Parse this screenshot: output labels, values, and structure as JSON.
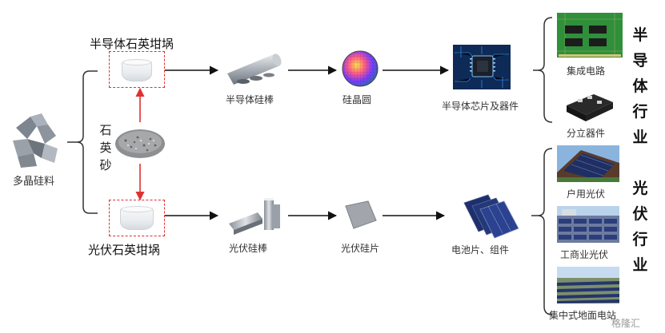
{
  "diagram": {
    "source": "多晶硅料",
    "quartz_sand": "石\n英\n砂",
    "semi": {
      "crucible": "半导体石英坩埚",
      "rod": "半导体硅棒",
      "wafer": "硅晶圆",
      "chip": "半导体芯片及器件",
      "outputs": [
        "集成电路",
        "分立器件"
      ],
      "industry": "半\n导\n体\n行\n业"
    },
    "pv": {
      "crucible": "光伏石英坩埚",
      "rod": "光伏硅棒",
      "wafer": "光伏硅片",
      "cell": "电池片、组件",
      "outputs": [
        "户用光伏",
        "工商业光伏",
        "集中式地面电站"
      ],
      "industry": "光\n伏\n行\n业"
    },
    "watermark": "格隆汇"
  },
  "colors": {
    "arrow": "#111111",
    "red_arrow": "#e03030",
    "dashed_box": "#e03030",
    "bracket": "#333333"
  },
  "icons": [
    "polysilicon-chunks-image",
    "crucible-image",
    "quartz-sand-image",
    "silicon-rod-image",
    "silicon-wafer-image",
    "chip-image",
    "pcb-image",
    "igbt-module-image",
    "solar-cell-image",
    "rooftop-pv-image",
    "commercial-pv-image",
    "ground-pv-image"
  ]
}
